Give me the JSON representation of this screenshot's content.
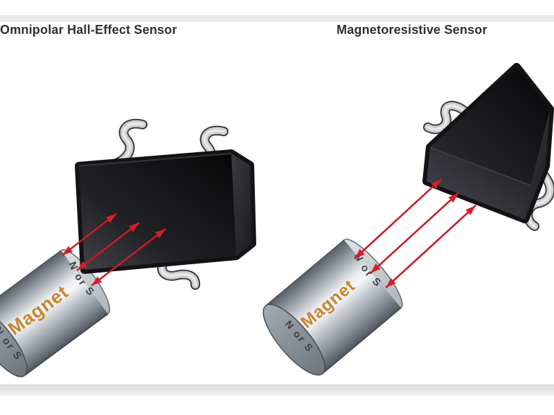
{
  "figure": {
    "description_left_panel": "sensor chip with magnet and field arrows",
    "description_right_panel": "sensor chip with magnet and field arrows"
  },
  "panels": {
    "left": {
      "title": "Omnipolar Hall-Effect Sensor",
      "magnet_label": "Magnet",
      "pole_rim_label": "N or S",
      "pole_back_label": "N or S",
      "arrow_count": 3
    },
    "right": {
      "title": "Magnetoresistive Sensor",
      "magnet_label": "Magnet",
      "pole_rim_label": "N or S",
      "pole_back_label": "N or S",
      "arrow_count": 3
    }
  },
  "colors": {
    "background": "#ffffff",
    "frame_band": "#e9e9e9",
    "title_text": "#2f2f31",
    "arrow_red": "#c81a26",
    "arrow_head_red": "#d41f2a",
    "magnet_label_orange": "#c9852f",
    "pole_label_dark": "#3a414a",
    "chip_black": "#131315",
    "lead_gray": "#cfcfcf"
  }
}
